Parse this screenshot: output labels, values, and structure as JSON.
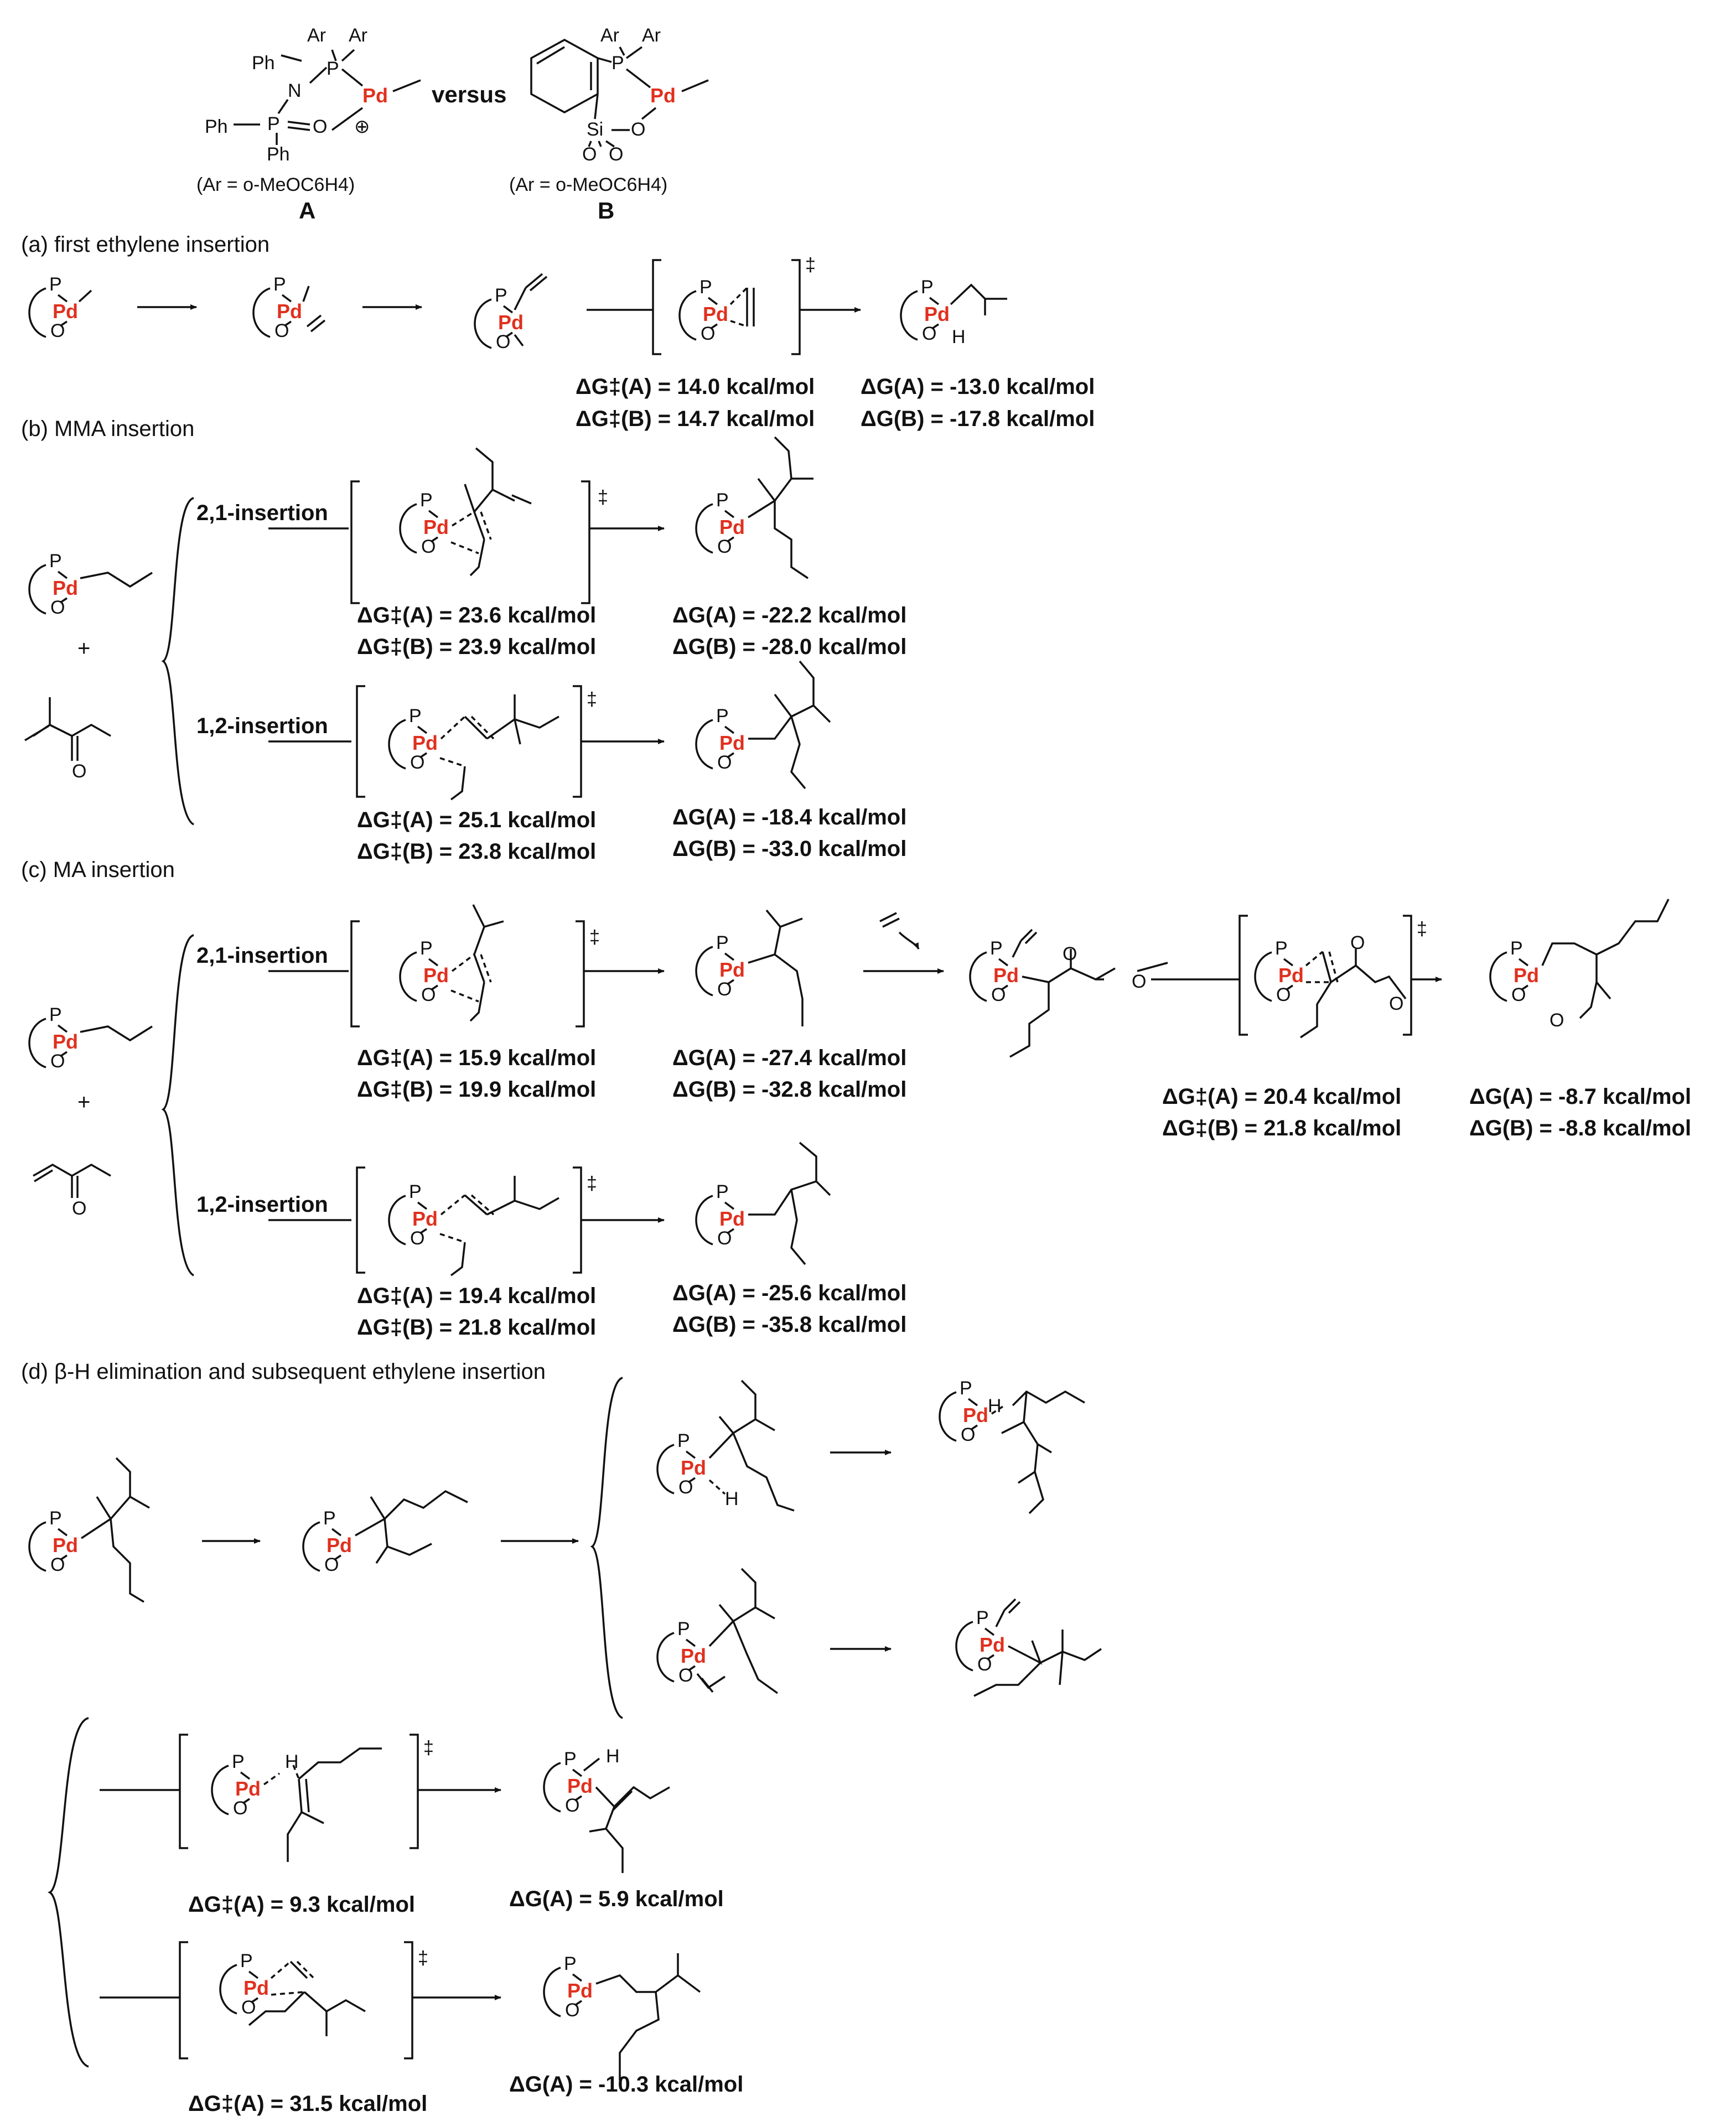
{
  "header": {
    "complex_a_label": "A",
    "complex_b_label": "B",
    "ar_def": "(Ar = o-MeOC6H4)",
    "versus": "versus",
    "ph": "Ph",
    "n_atom": "N",
    "p_atom": "P",
    "o_atom": "O",
    "si_atom": "Si",
    "ar": "Ar",
    "pd": "Pd",
    "charge": "⊕"
  },
  "sections": {
    "a": "(a) first ethylene insertion",
    "b": "(b) MMA insertion",
    "c": "(c) MA insertion",
    "d": "(d) β-H elimination and subsequent ethylene insertion"
  },
  "labels": {
    "insertion_21": "2,1-insertion",
    "insertion_12": "1,2-insertion",
    "dagger": "‡",
    "plus": "+",
    "h": "H"
  },
  "energies": {
    "a_ts_A": "ΔG‡(A) = 14.0 kcal/mol",
    "a_ts_B": "ΔG‡(B) = 14.7 kcal/mol",
    "a_g_A": "ΔG(A) = -13.0 kcal/mol",
    "a_g_B": "ΔG(B) = -17.8 kcal/mol",
    "b21_ts_A": "ΔG‡(A) = 23.6 kcal/mol",
    "b21_ts_B": "ΔG‡(B) = 23.9 kcal/mol",
    "b21_g_A": "ΔG(A) = -22.2 kcal/mol",
    "b21_g_B": "ΔG(B) = -28.0 kcal/mol",
    "b12_ts_A": "ΔG‡(A) = 25.1 kcal/mol",
    "b12_ts_B": "ΔG‡(B) = 23.8 kcal/mol",
    "b12_g_A": "ΔG(A) = -18.4 kcal/mol",
    "b12_g_B": "ΔG(B) = -33.0 kcal/mol",
    "c21_ts_A": "ΔG‡(A) = 15.9 kcal/mol",
    "c21_ts_B": "ΔG‡(B) = 19.9 kcal/mol",
    "c21_g_A": "ΔG(A) = -27.4 kcal/mol",
    "c21_g_B": "ΔG(B) = -32.8 kcal/mol",
    "cE_ts_A": "ΔG‡(A) = 20.4 kcal/mol",
    "cE_ts_B": "ΔG‡(B) = 21.8 kcal/mol",
    "cE_g_A": "ΔG(A) = -8.7 kcal/mol",
    "cE_g_B": "ΔG(B) = -8.8 kcal/mol",
    "c12_ts_A": "ΔG‡(A) = 19.4 kcal/mol",
    "c12_ts_B": "ΔG‡(B) = 21.8 kcal/mol",
    "c12_g_A": "ΔG(A) = -25.6 kcal/mol",
    "c12_g_B": "ΔG(B) = -35.8 kcal/mol",
    "dBH_ts_A": "ΔG‡(A) = 9.3 kcal/mol",
    "dBH_g_A": "ΔG(A) = 5.9 kcal/mol",
    "dE_ts_A": "ΔG‡(A) = 31.5 kcal/mol",
    "dE_g_A": "ΔG(A) = -10.3 kcal/mol"
  }
}
